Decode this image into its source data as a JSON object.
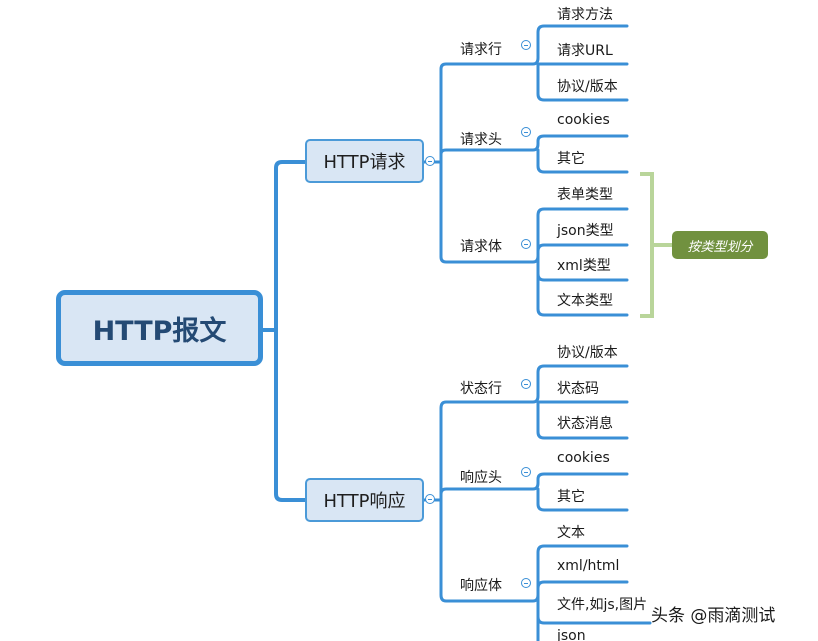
{
  "root": {
    "label": "HTTP报文"
  },
  "request": {
    "label": "HTTP请求",
    "line": {
      "label": "请求行",
      "items": [
        "请求方法",
        "请求URL",
        "协议/版本"
      ]
    },
    "header": {
      "label": "请求头",
      "items": [
        "cookies",
        "其它"
      ]
    },
    "body": {
      "label": "请求体",
      "items": [
        "表单类型",
        "json类型",
        "xml类型",
        "文本类型"
      ]
    }
  },
  "response": {
    "label": "HTTP响应",
    "line": {
      "label": "状态行",
      "items": [
        "协议/版本",
        "状态码",
        "状态消息"
      ]
    },
    "header": {
      "label": "响应头",
      "items": [
        "cookies",
        "其它"
      ]
    },
    "body": {
      "label": "响应体",
      "items": [
        "文本",
        "xml/html",
        "文件,如js,图片",
        "json"
      ]
    }
  },
  "summary": {
    "label": "按类型划分"
  },
  "watermark": "头条 @雨滴测试",
  "colors": {
    "branch": "#3a8fd6",
    "bracket": "#b9d59a",
    "tag": "#71913f"
  }
}
